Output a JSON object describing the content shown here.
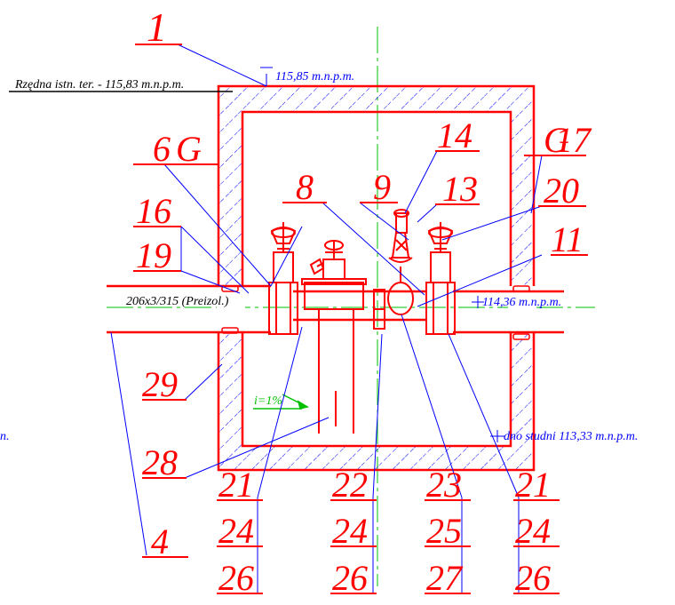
{
  "drawing": {
    "labels": {
      "l1": "1",
      "l4": "4",
      "l6": "6",
      "l8": "8",
      "l9": "9",
      "l11": "11",
      "l13": "13",
      "l14": "14",
      "l16": "16",
      "l17": "17",
      "l19": "19",
      "l20": "20",
      "l21a": "21",
      "l21b": "21",
      "l22": "22",
      "l23": "23",
      "l24a": "24",
      "l24b": "24",
      "l24c": "24",
      "l25": "25",
      "l26a": "26",
      "l26b": "26",
      "l26c": "26",
      "l27": "27",
      "l28": "28",
      "l29": "29",
      "section_g_left": "G",
      "section_g_right": "G"
    },
    "annotations": {
      "ground_level": "Rzędna istn. ter. - 115,83 m.n.p.m.",
      "top_level": "115,85 m.n.p.m.",
      "pipe_level": "114,36 m.n.p.m.",
      "bottom_level": "dno studni 113,33 m.n.p.m.",
      "pipe_spec": "206x3/315 (Preizol.)",
      "slope": "i=1%",
      "left_cut": "n."
    },
    "colors": {
      "structure": "#ff0000",
      "leaders": "#0000ff",
      "axis": "#00c000",
      "hatch": "#0000ff",
      "text": "#000000"
    }
  }
}
